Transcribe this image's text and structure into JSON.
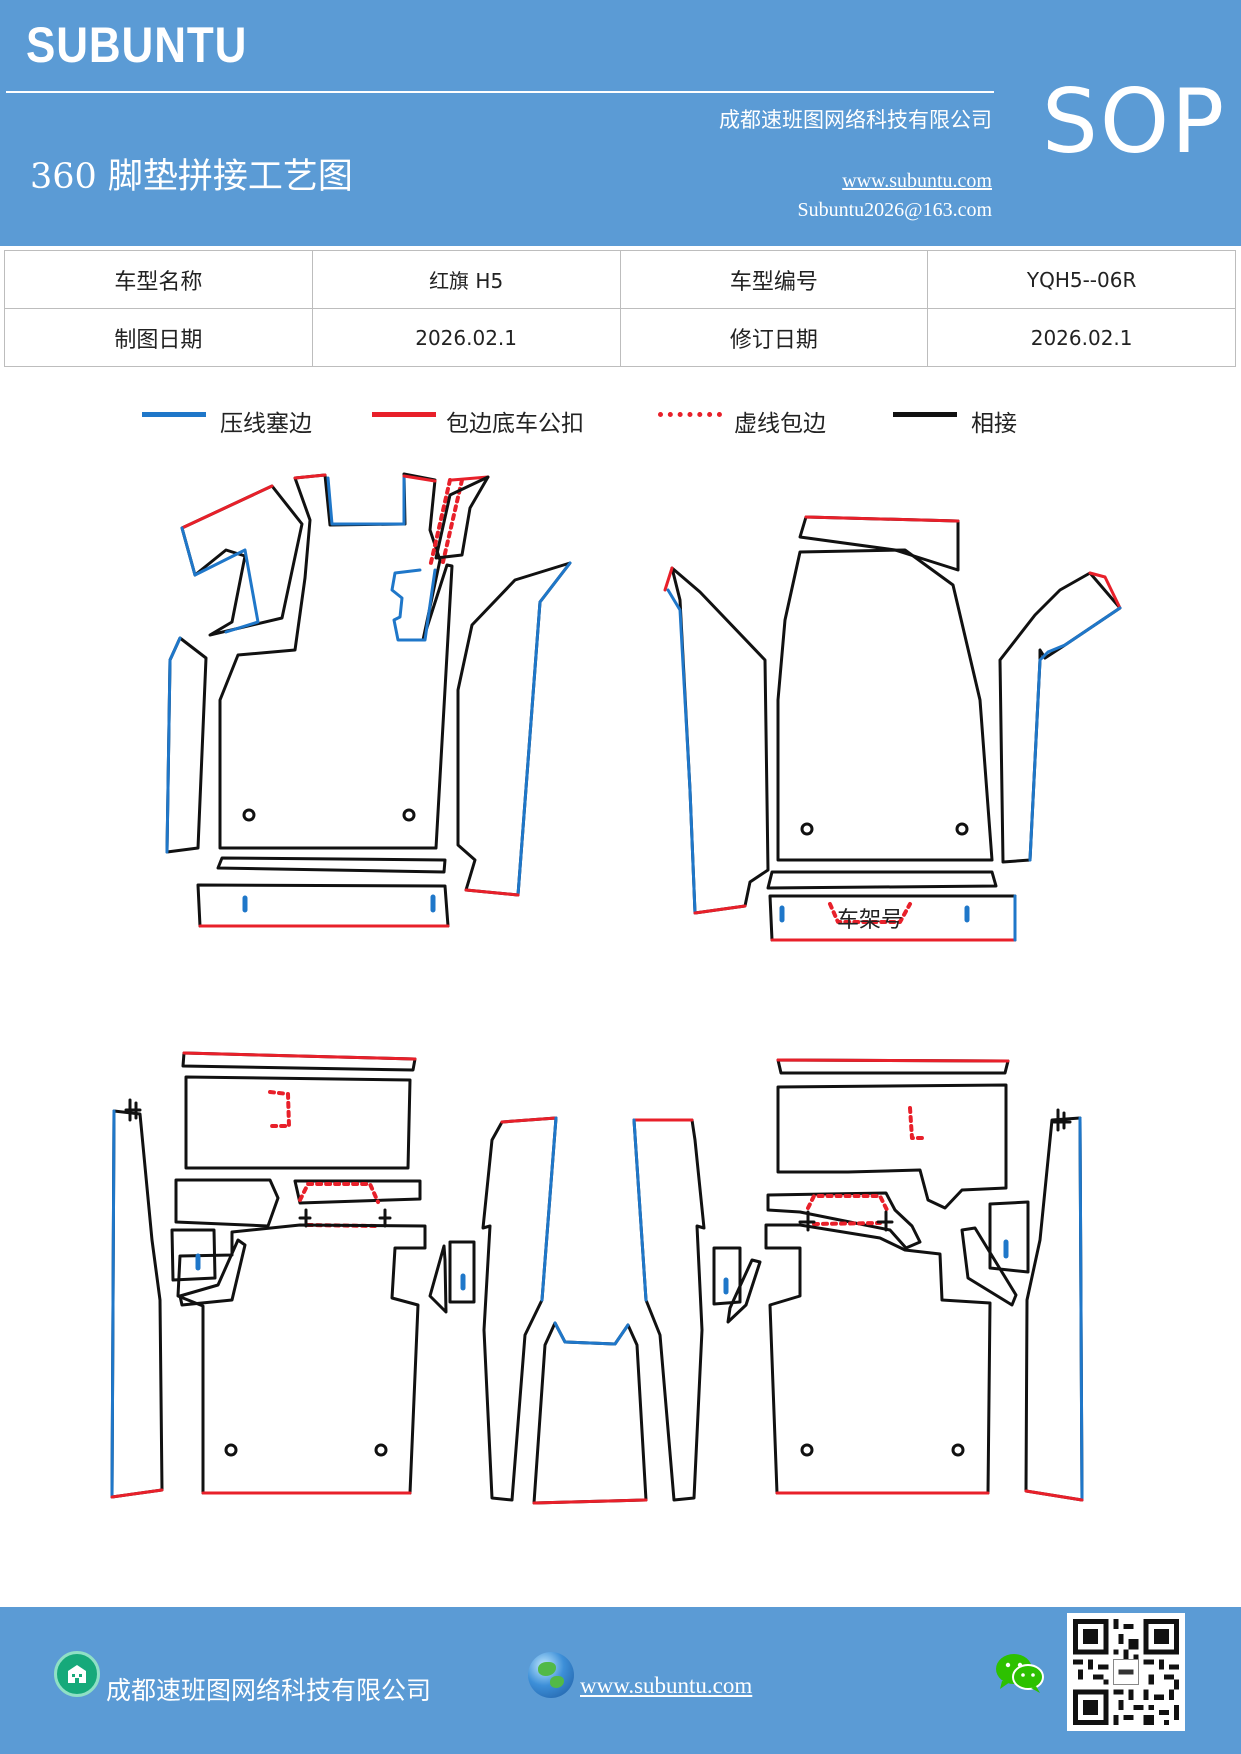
{
  "header": {
    "brand": "SUBUNTU",
    "company": "成都速班图网络科技有限公司",
    "sop": "SOP",
    "title": "360 脚垫拼接工艺图",
    "website": "www.subuntu.com",
    "email": "Subuntu2026@163.com"
  },
  "info": {
    "model_name_label": "车型名称",
    "model_name": "红旗 H5",
    "model_code_label": "车型编号",
    "model_code": "YQH5--06R",
    "draw_date_label": "制图日期",
    "draw_date": "2026.02.1",
    "revise_date_label": "修订日期",
    "revise_date": "2026.02.1"
  },
  "legend": [
    {
      "label": "压线塞边",
      "color": "#1f77c9",
      "style": "solid"
    },
    {
      "label": "包边底车公扣",
      "color": "#e8202a",
      "style": "solid"
    },
    {
      "label": "虚线包边",
      "color": "#e8202a",
      "style": "dotted"
    },
    {
      "label": "相接",
      "color": "#111111",
      "style": "solid"
    }
  ],
  "diagram": {
    "frame_number_label": "车架号",
    "colors": {
      "blue": "#1f77c9",
      "red": "#e8202a",
      "black": "#111111"
    }
  },
  "footer": {
    "company": "成都速班图网络科技有限公司",
    "website": "www.subuntu.com ",
    "logo_icon": "building-icon",
    "globe_icon": "globe-icon",
    "wechat_icon": "wechat-icon",
    "qr_icon": "qr-code-icon"
  },
  "colors": {
    "header_bg": "#5b9bd5",
    "footer_bg": "#5b9bd5",
    "text_white": "#ffffff"
  }
}
